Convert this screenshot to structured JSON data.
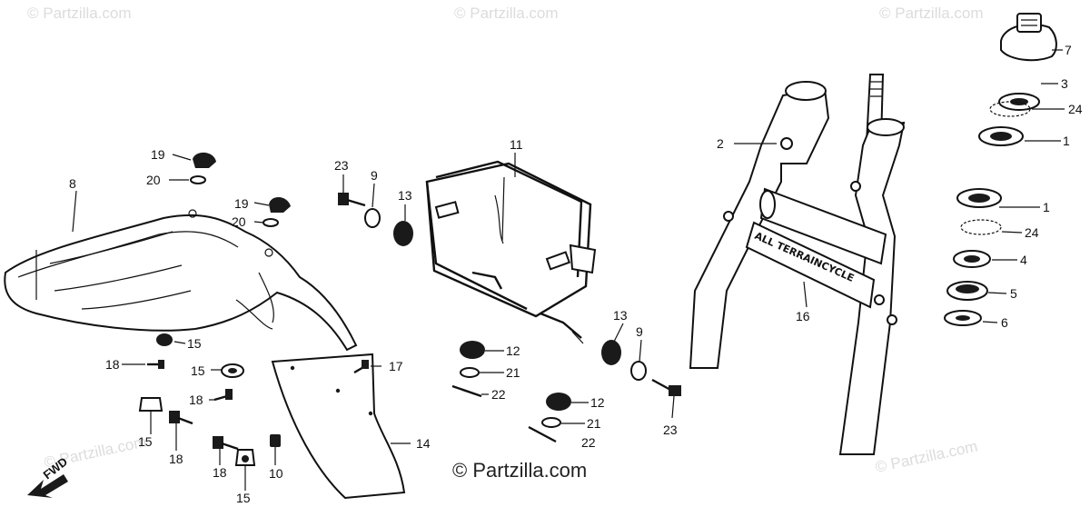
{
  "watermarks": {
    "main": "© Partzilla.com",
    "faint": "© Partzilla.com"
  },
  "fwd_label": "FWD",
  "decal_text": "ALL TERRAINCYCLE",
  "callouts": {
    "c1a": "1",
    "c1b": "1",
    "c2": "2",
    "c3": "3",
    "c4": "4",
    "c5": "5",
    "c6": "6",
    "c7": "7",
    "c8": "8",
    "c9a": "9",
    "c9b": "9",
    "c10": "10",
    "c11": "11",
    "c12a": "12",
    "c12b": "12",
    "c13a": "13",
    "c13b": "13",
    "c14": "14",
    "c15a": "15",
    "c15b": "15",
    "c15c": "15",
    "c15d": "15",
    "c16": "16",
    "c17": "17",
    "c18a": "18",
    "c18b": "18",
    "c18c": "18",
    "c18d": "18",
    "c19a": "19",
    "c19b": "19",
    "c20a": "20",
    "c20b": "20",
    "c21a": "21",
    "c21b": "21",
    "c22a": "22",
    "c22b": "22",
    "c23a": "23",
    "c23b": "23",
    "c24a": "24",
    "c24b": "24"
  }
}
